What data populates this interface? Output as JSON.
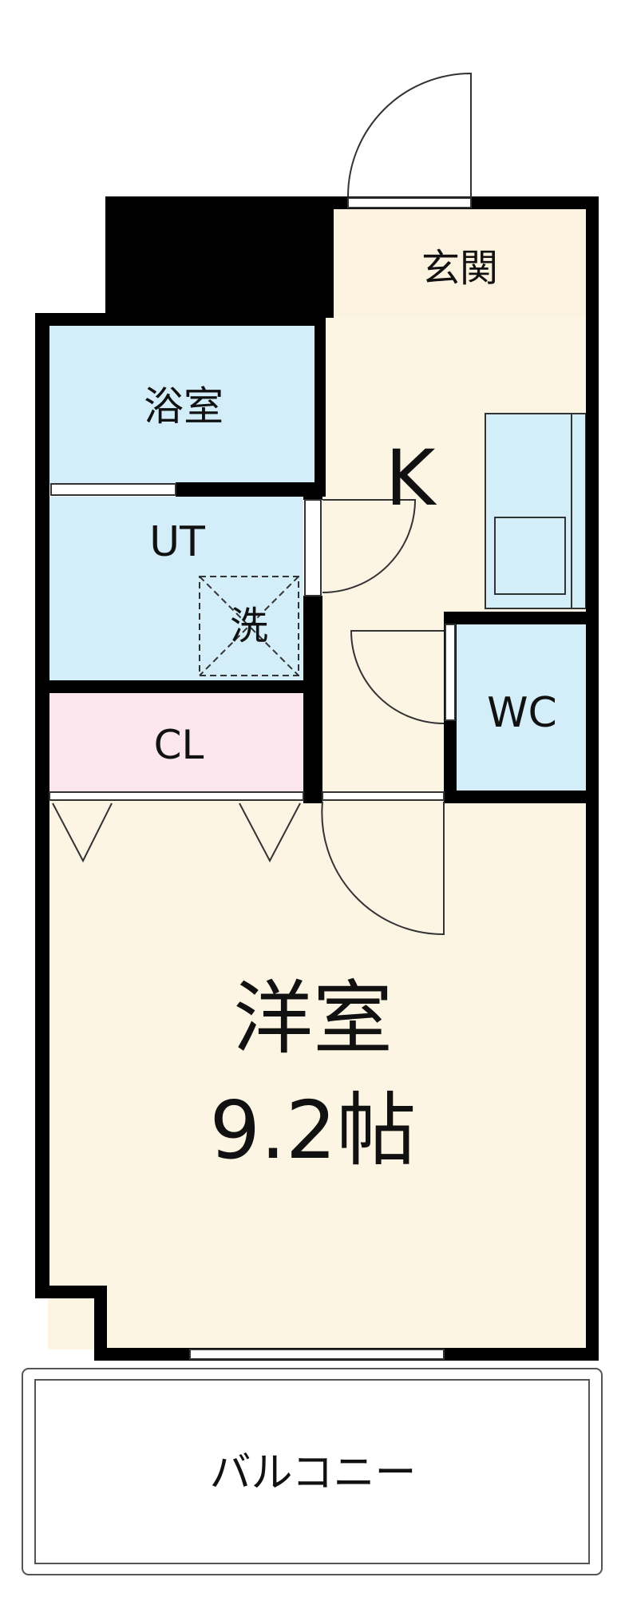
{
  "colors": {
    "wall": "#000000",
    "entrance_floor": "#fbf3df",
    "room_floor": "#fdf5e4",
    "bath": "#d4eef9",
    "closet": "#fbe6ee",
    "fixture_line": "#333333"
  },
  "labels": {
    "entrance": "玄関",
    "bath": "浴室",
    "kitchen": "K",
    "utility": "UT",
    "washer": "洗",
    "toilet": "WC",
    "closet": "CL",
    "western_room": "洋室",
    "western_room_size": "9.2帖",
    "balcony": "バルコニー"
  }
}
